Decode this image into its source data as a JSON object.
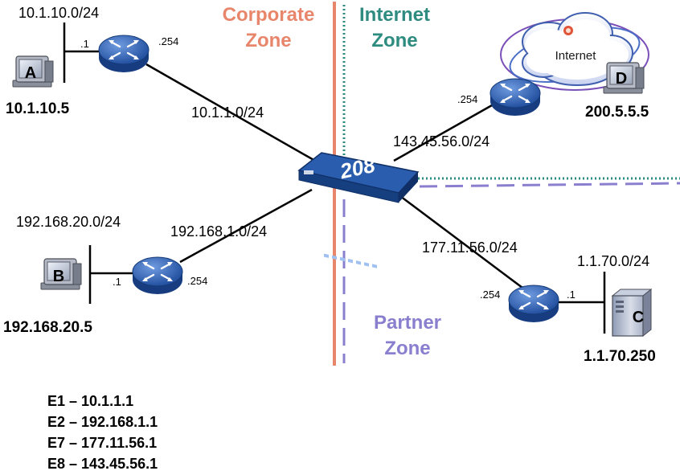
{
  "zones": {
    "corporate": {
      "line1": "Corporate",
      "line2": "Zone",
      "color": "#e8866c"
    },
    "internet": {
      "line1": "Internet",
      "line2": "Zone",
      "color": "#2e8b80"
    },
    "partner": {
      "line1": "Partner",
      "line2": "Zone",
      "color": "#8a7fcf"
    }
  },
  "firewall": {
    "label": "208"
  },
  "cloud": {
    "label": "Internet"
  },
  "networks": {
    "net_a": "10.1.10.0/24",
    "link_a": "10.1.1.0/24",
    "net_b": "192.168.20.0/24",
    "link_b": "192.168.1.0/24",
    "link_d": "143.45.56.0/24",
    "link_c": "177.11.56.0/24",
    "net_c": "1.1.70.0/24"
  },
  "ports": {
    "ra_left": ".1",
    "ra_right": ".254",
    "rb_left": ".1",
    "rb_right": ".254",
    "rd_left": ".254",
    "rc_left": ".254",
    "rc_right": ".1"
  },
  "hosts": {
    "a": {
      "letter": "A",
      "ip": "10.1.10.5"
    },
    "b": {
      "letter": "B",
      "ip": "192.168.20.5"
    },
    "c": {
      "letter": "C",
      "ip": "1.1.70.250"
    },
    "d": {
      "letter": "D",
      "ip": "200.5.5.5"
    }
  },
  "legend": [
    "E1 – 10.1.1.1",
    "E2 – 192.168.1.1",
    "E7 – 177.11.56.1",
    "E8 – 143.45.56.1"
  ],
  "colors": {
    "router": "#2f63b5",
    "firewall": "#1e4f93",
    "zone_corporate_line": "#e8866c",
    "zone_internet_line": "#2e8b80",
    "zone_partner_line": "#8a7fcf"
  }
}
